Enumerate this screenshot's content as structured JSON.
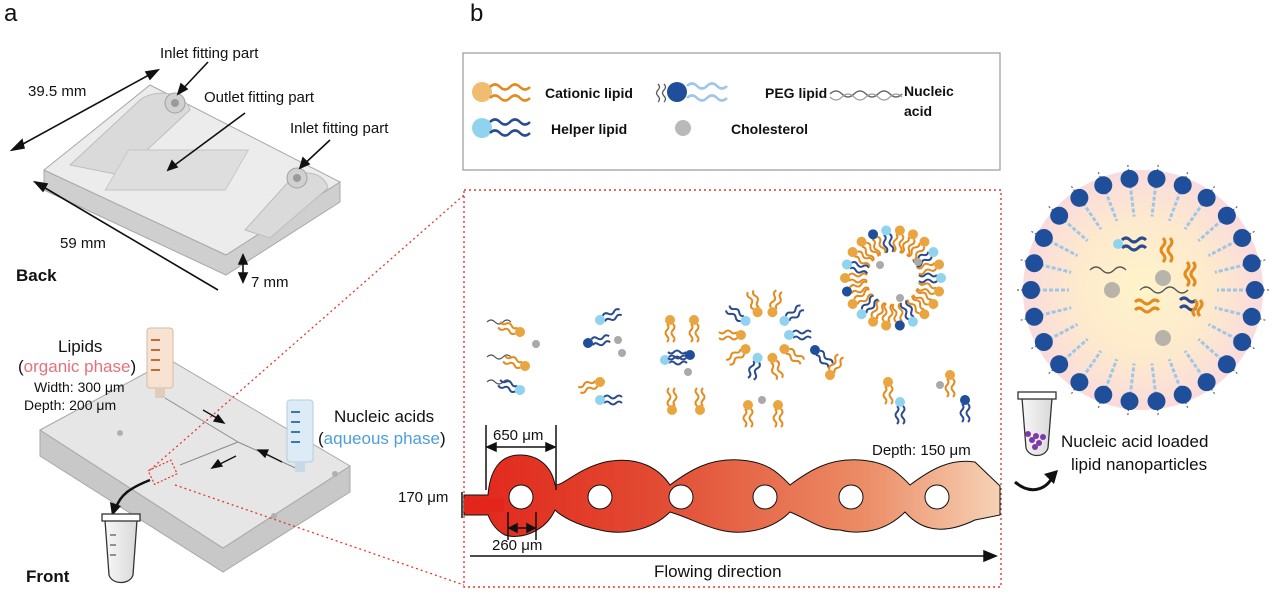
{
  "panels": {
    "a": "a",
    "b": "b"
  },
  "device_back": {
    "inlet_1": "Inlet fitting part",
    "outlet": "Outlet fitting part",
    "inlet_2": "Inlet fitting part",
    "width": "39.5 mm",
    "length": "59 mm",
    "height": "7 mm",
    "view": "Back"
  },
  "device_front": {
    "lipids": "Lipids",
    "paren_open": "(",
    "organic_phase": "organic phase",
    "paren_close": ")",
    "width": "Width: 300 μm",
    "depth": "Depth: 200 μm",
    "nucleic_acids": "Nucleic acids",
    "aqueous_phase": "aqueous phase",
    "view": "Front"
  },
  "legend": {
    "cationic": "Cationic lipid",
    "peg": "PEG lipid",
    "nucleic_line1": "Nucleic",
    "nucleic_line2": "acid",
    "helper": "Helper lipid",
    "cholesterol": "Cholesterol"
  },
  "channel": {
    "dim_650": "650 μm",
    "dim_170": "170 μm",
    "dim_260": "260 μm",
    "depth": "Depth: 150 μm",
    "flow": "Flowing direction"
  },
  "product": {
    "line1": "Nucleic acid loaded",
    "line2": "lipid nanoparticles"
  },
  "colors": {
    "cationic": "#e9a640",
    "helper": "#8fd3ef",
    "peg_head": "#1f4f9a",
    "peg_tail": "#9fc6e6",
    "channel_red": "#e23a2a",
    "outline_red": "#e23a2a"
  }
}
